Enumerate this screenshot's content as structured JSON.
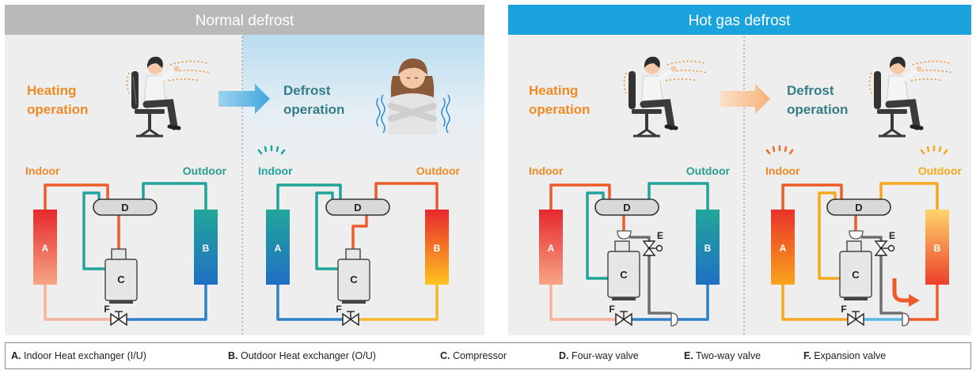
{
  "sections": {
    "normal": {
      "title": "Normal defrost"
    },
    "hot_gas": {
      "title": "Hot gas defrost"
    }
  },
  "panels": [
    {
      "op_line1": "Heating",
      "op_line2": "operation",
      "indoor": "Indoor",
      "outdoor": "Outdoor"
    },
    {
      "op_line1": "Defrost",
      "op_line2": "operation",
      "indoor": "Indoor",
      "outdoor": "Outdoor"
    },
    {
      "op_line1": "Heating",
      "op_line2": "operation",
      "indoor": "Indoor",
      "outdoor": "Outdoor"
    },
    {
      "op_line1": "Defrost",
      "op_line2": "operation",
      "indoor": "Indoor",
      "outdoor": "Outdoor"
    }
  ],
  "components": {
    "A": "A",
    "B": "B",
    "C": "C",
    "D": "D",
    "E": "E",
    "F": "F"
  },
  "legend": [
    {
      "key": "A.",
      "text": " Indoor Heat exchanger (I/U)"
    },
    {
      "key": "B.",
      "text": " Outdoor Heat exchanger (O/U)"
    },
    {
      "key": "C.",
      "text": " Compressor"
    },
    {
      "key": "D.",
      "text": " Four-way valve"
    },
    {
      "key": "E.",
      "text": " Two-way valve"
    },
    {
      "key": "F.",
      "text": " Expansion valve"
    }
  ],
  "colors": {
    "normal_header": "#b9b9b9",
    "hot_header": "#1aa3dc",
    "panel_bg": "#eeeeee",
    "orange_text": "#f08a24",
    "teal_text": "#2a9c8f",
    "defrost_text": "#357d86",
    "hot_pipe": "#ee5a2a",
    "cool_pipe": "#20a39a",
    "blue_pipe": "#2f8cd0",
    "gray_pipe": "#6e6e6e"
  }
}
